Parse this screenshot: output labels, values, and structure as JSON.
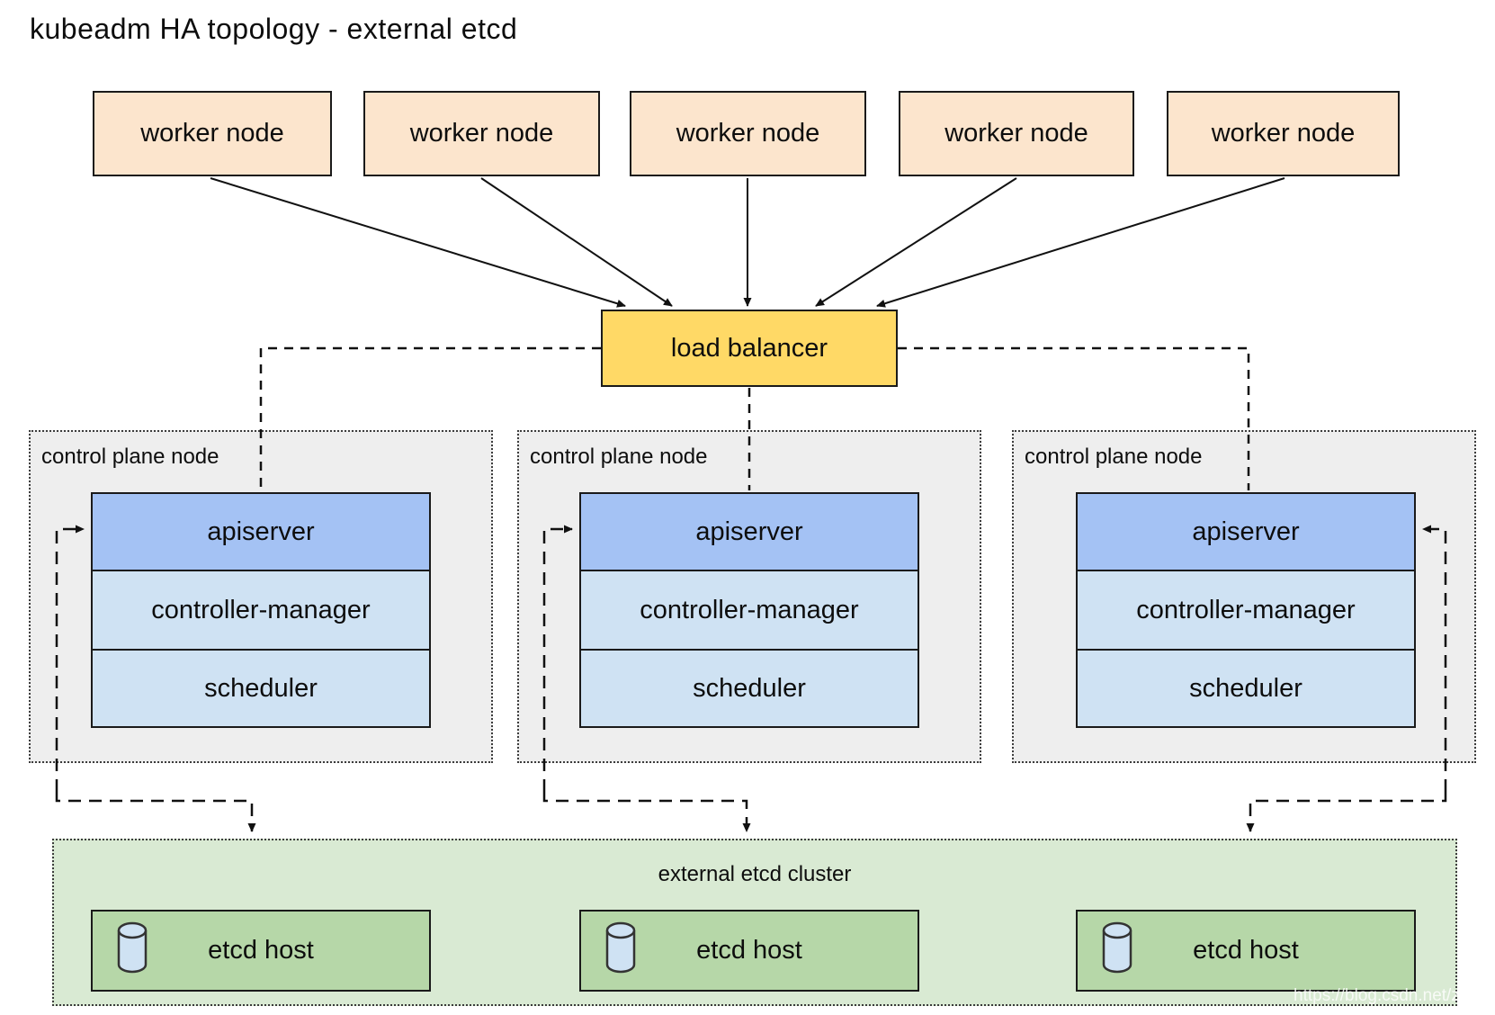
{
  "title": "kubeadm HA topology - external etcd",
  "workers": [
    {
      "label": "worker node"
    },
    {
      "label": "worker node"
    },
    {
      "label": "worker node"
    },
    {
      "label": "worker node"
    },
    {
      "label": "worker node"
    }
  ],
  "load_balancer": {
    "label": "load balancer"
  },
  "control_planes": [
    {
      "label": "control plane node",
      "components": [
        {
          "name": "apiserver"
        },
        {
          "name": "controller-manager"
        },
        {
          "name": "scheduler"
        }
      ]
    },
    {
      "label": "control plane node",
      "components": [
        {
          "name": "apiserver"
        },
        {
          "name": "controller-manager"
        },
        {
          "name": "scheduler"
        }
      ]
    },
    {
      "label": "control plane node",
      "components": [
        {
          "name": "apiserver"
        },
        {
          "name": "controller-manager"
        },
        {
          "name": "scheduler"
        }
      ]
    }
  ],
  "etcd_cluster": {
    "label": "external etcd cluster",
    "hosts": [
      {
        "label": "etcd host",
        "icon": "database-cylinder-icon"
      },
      {
        "label": "etcd host",
        "icon": "database-cylinder-icon"
      },
      {
        "label": "etcd host",
        "icon": "database-cylinder-icon"
      }
    ]
  },
  "watermark": "https://blog.csdn.net/zuozewei",
  "colors": {
    "worker_fill": "#fce5cd",
    "load_balancer_fill": "#ffd966",
    "apiserver_fill": "#a4c2f4",
    "component_fill": "#cfe2f3",
    "control_plane_fill": "#eeeeee",
    "etcd_cluster_fill": "#d9ead3",
    "etcd_host_fill": "#b6d7a8",
    "cylinder_fill": "#cfe2f3",
    "line_color": "#111111"
  }
}
